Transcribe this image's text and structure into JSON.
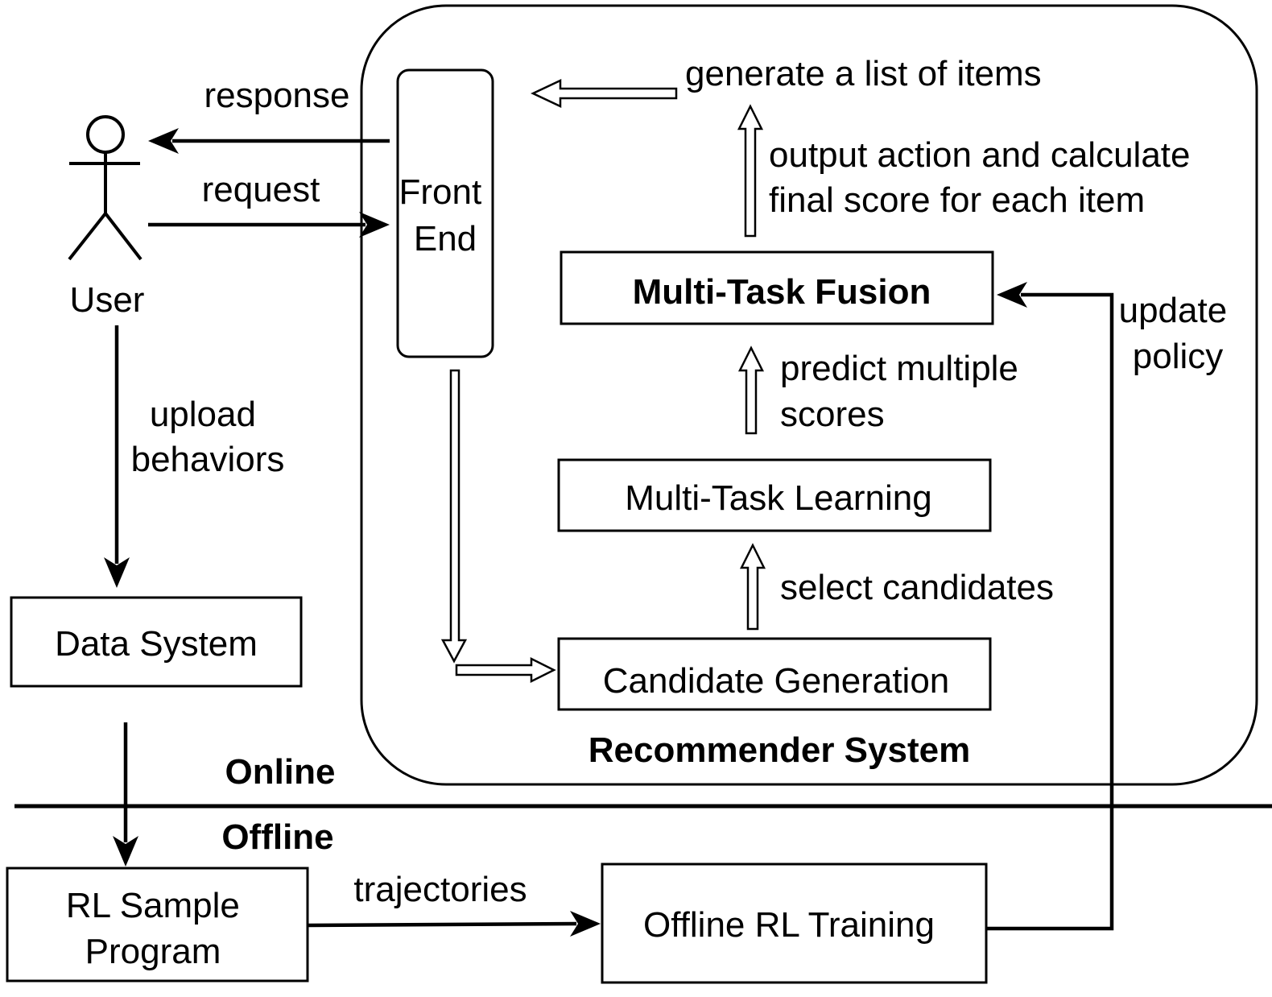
{
  "nodes": {
    "front_end": [
      "Front",
      "End"
    ],
    "user": "User",
    "data_system": "Data System",
    "rl_sample": [
      "RL Sample",
      "Program"
    ],
    "offline_rl": "Offline RL Training",
    "mtf": "Multi-Task Fusion",
    "mtl": "Multi-Task Learning",
    "candidate": "Candidate Generation"
  },
  "regions": {
    "recommender": "Recommender System",
    "online": "Online",
    "offline": "Offline"
  },
  "edges": {
    "response": "response",
    "request": "request",
    "upload": [
      "upload",
      "behaviors"
    ],
    "trajectories": "trajectories",
    "update_policy": [
      "update",
      "policy"
    ],
    "generate": "generate a list of items",
    "output": [
      "output action and  calculate",
      "final score for each item"
    ],
    "predict": [
      "predict multiple",
      "scores"
    ],
    "select": "select candidates"
  }
}
